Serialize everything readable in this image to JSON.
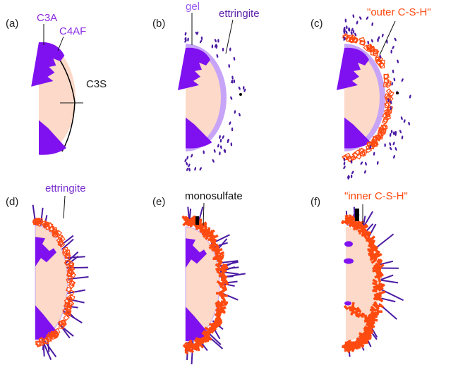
{
  "colors": {
    "grain": "#fcd9c8",
    "aluminate": "#7f11f0",
    "gel": "#c7a4f7",
    "ettringite": "#4b1aa3",
    "csh": "#ff4a10",
    "outline": "#000000"
  },
  "panels": [
    {
      "id": "a",
      "label": "(a)",
      "annotations": [
        {
          "text": "C3A",
          "color": "#8a2be2"
        },
        {
          "text": "C4AF",
          "color": "#8a2be2"
        },
        {
          "text": "C3S",
          "color": "#222222"
        }
      ]
    },
    {
      "id": "b",
      "label": "(b)",
      "annotations": [
        {
          "text": "gel",
          "color": "#9b59f0"
        },
        {
          "text": "ettringite",
          "color": "#5b1fa8"
        }
      ]
    },
    {
      "id": "c",
      "label": "(c)",
      "annotations": [
        {
          "text": "\"outer C-S-H\"",
          "color": "#ff4a10"
        }
      ]
    },
    {
      "id": "d",
      "label": "(d)",
      "annotations": [
        {
          "text": "ettringite",
          "color": "#7a2fd0"
        }
      ]
    },
    {
      "id": "e",
      "label": "(e)",
      "annotations": [
        {
          "text": "monosulfate",
          "color": "#111111"
        }
      ]
    },
    {
      "id": "f",
      "label": "(f)",
      "annotations": [
        {
          "text": "\"inner C-S-H\"",
          "color": "#ff4a10"
        }
      ]
    }
  ]
}
